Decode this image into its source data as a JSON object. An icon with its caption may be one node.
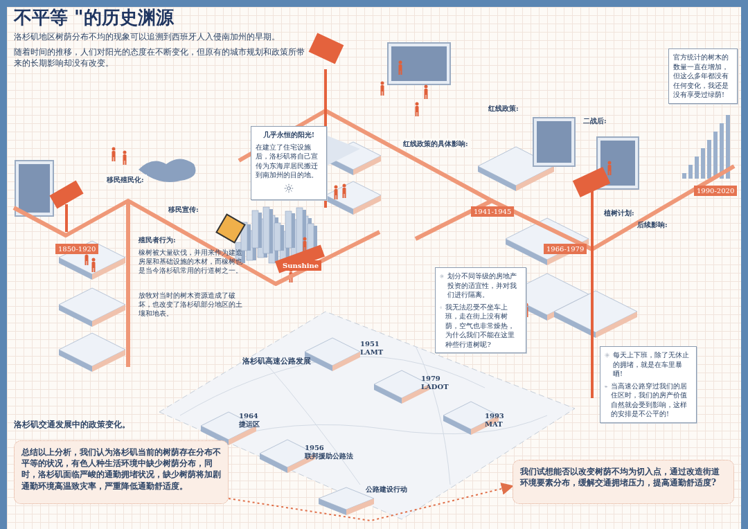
{
  "diagram": {
    "title": "不平等 \"的历史渊源",
    "nodes": [
      {
        "text": [
          "几乎永恒的阳光!",
          "在建立了住宅设施后，洛杉矶将自己宣传为东海岸居民搬迁到南加州的目的地。"
        ]
      },
      {
        "text": [
          "官方统计的树木的数量一直在增加，但这么多年都没有任何变化，我还是没有享受过绿荫!"
        ]
      },
      {
        "text": [
          "划分不同等级的房地产投资的适宜性，并对我们进行隔离。",
          "我无法忍受不坐车上班，走在街上没有树荫，空气也非常燥热，为什么我们不能在这里种些行道树呢?"
        ]
      },
      {
        "text": [
          "每天上下班，除了无休止的拥堵，就是在车里暴晒!",
          "当高速公路穿过我们的居住区时，我们的房产价值自然就会受到影响，这样的安排是不公平的!"
        ]
      },
      {
        "text": [
          "总结以上分析，我们认为洛杉矶当前的树荫存在分布不平等的状况，有色人种生活环境中缺少树荫分布，同时，洛杉矶面临严峻的通勤拥堵状况，缺少树荫将加剧通勤环境高温致灾率，严重降低通勤舒适度。"
        ]
      },
      {
        "text": [
          "我们试想能否以改变树荫不均为切入点，通过改造街道环境要素分布，缓解交通拥堵压力，提高通勤舒适度?"
        ]
      }
    ],
    "edges": [
      {
        "from": 4,
        "to": 5,
        "arrow": "to",
        "style": "dashed",
        "color": "#e0704a"
      }
    ],
    "labels": [
      "洛杉矶地区树荫分布不均的现象可以追溯到西班牙人入侵南加州的早期。",
      "随着时间的推移，人们对阳光的态度在不断变化，但原有的城市规划和政策所带来的长期影响却没有改变。",
      "移民殖民化:",
      "移民宣传:",
      "殖民者行为:",
      "橡树被大量砍伐，并用来作为建造房屋和基础设施的木材，而橡树也是当今洛杉矶常用的行道树之一。",
      "放牧对当时的树木资源造成了破坏，也改变了洛杉矶部分地区的土壤和地表。",
      "1850-1920",
      "红线政策:",
      "二战后:",
      "红线政策的具体影响:",
      "1941-1945",
      "植树计划:",
      "1966-1979",
      "后续影响:",
      "1990-2020",
      "Sunshine",
      "洛杉矶高速公路发展",
      "1951",
      "LAMT",
      "1979",
      "LADOT",
      "1993",
      "MAT",
      "1964",
      "捷运区",
      "1956",
      "联邦援助公路法",
      "公路建设行动",
      "洛杉矶交通发展中的政策变化。"
    ]
  }
}
